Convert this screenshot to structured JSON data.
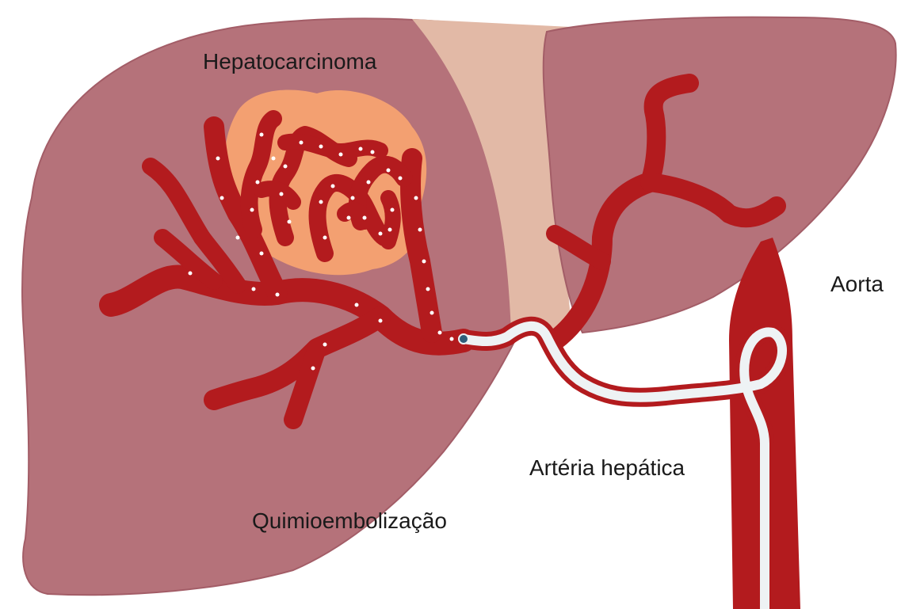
{
  "labels": {
    "tumor": "Hepatocarcinoma",
    "aorta": "Aorta",
    "hepatic_artery": "Artéria hepática",
    "procedure": "Quimioembolização"
  },
  "colors": {
    "liver": "#b5727a",
    "liver_edge": "#a35d67",
    "ligament": "#e2b9a6",
    "tumor": "#f3a071",
    "vessel": "#b31b1e",
    "catheter": "#eef2f4",
    "particles": "#ffffff",
    "background": "#ffffff"
  }
}
